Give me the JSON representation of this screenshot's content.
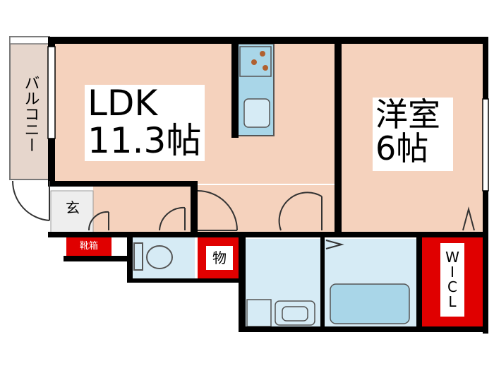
{
  "rooms": {
    "ldk": {
      "name": "LDK",
      "size": "11.3帖"
    },
    "western": {
      "name": "洋室",
      "size": "6帖"
    },
    "balcony": "バルコニー",
    "entrance": "玄",
    "shoe_box": "靴箱",
    "storage": "物",
    "wic": "W\nI\nC\nL"
  },
  "colors": {
    "floor": "#f5d2bd",
    "wet": "#d6ebf5",
    "balcony": "#e6d6cc",
    "wall": "#000000",
    "storage": "#e00000",
    "kitchen": "#a9d6e8"
  }
}
